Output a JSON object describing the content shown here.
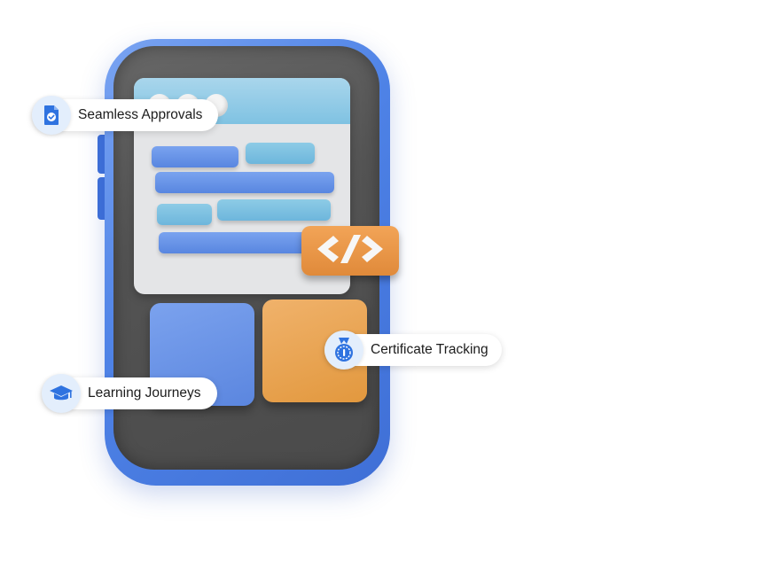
{
  "features": [
    {
      "label": "Seamless Approvals",
      "icon": "approval-document-icon"
    },
    {
      "label": "Certificate Tracking",
      "icon": "certificate-medal-icon"
    },
    {
      "label": "Learning Journeys",
      "icon": "graduation-cap-icon"
    }
  ],
  "colors": {
    "accent_blue": "#2f73e0",
    "phone_frame": "#4e82e6",
    "phone_screen": "#555555",
    "orange": "#e2983e",
    "light_blue": "#8dcbe6",
    "icon_bg": "#e3eefc"
  },
  "illustration": {
    "device": "smartphone",
    "window_badge_icon": "code-brackets-icon"
  }
}
